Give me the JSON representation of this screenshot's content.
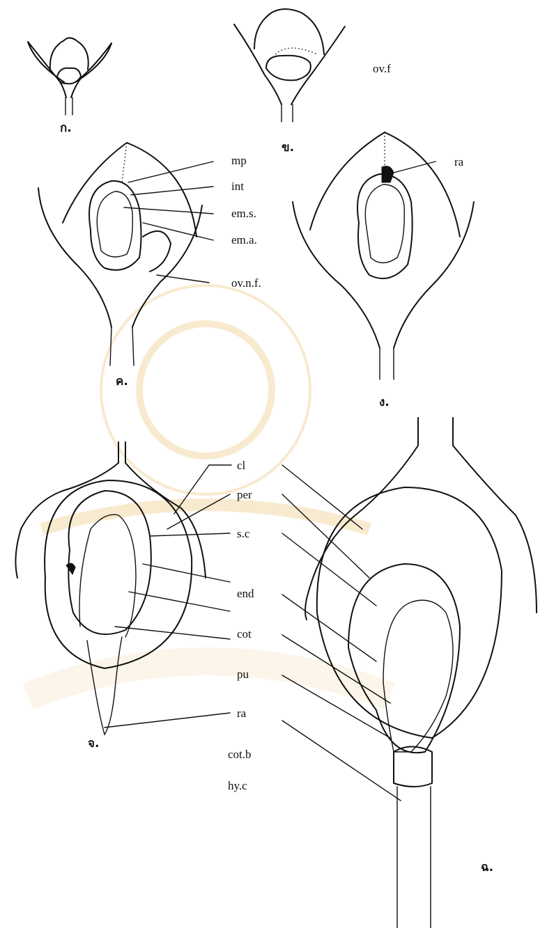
{
  "figure": {
    "panels": [
      {
        "id": "a",
        "label": "ก."
      },
      {
        "id": "b",
        "label": "ข."
      },
      {
        "id": "c",
        "label": "ค."
      },
      {
        "id": "d",
        "label": "ง."
      },
      {
        "id": "e",
        "label": "จ."
      },
      {
        "id": "f",
        "label": "ฉ."
      }
    ],
    "labels": {
      "ov_f": "ov.f",
      "mp": "mp",
      "int": "int",
      "em_s": "em.s.",
      "em_a": "em.a.",
      "ov_n_f": "ov.n.f.",
      "ra_d": "ra",
      "cl": "cl",
      "per": "per",
      "s_c": "s.c",
      "end": "end",
      "cot": "cot",
      "pu": "pu",
      "ra_e": "ra",
      "cot_b": "cot.b",
      "hy_c": "hy.c"
    },
    "colors": {
      "ink": "#111111",
      "watermark": "#f3d9a8"
    }
  }
}
